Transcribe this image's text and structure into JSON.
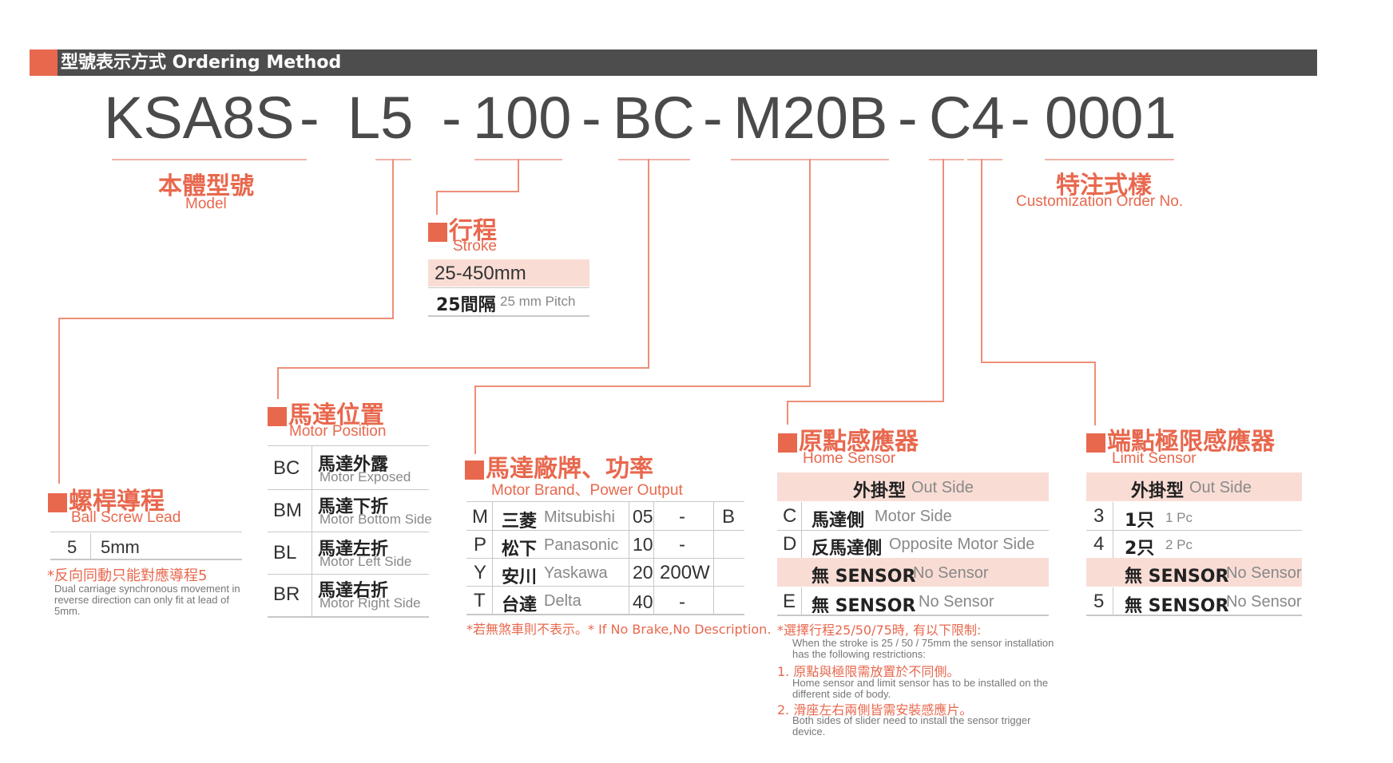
{
  "header": {
    "title": "型號表示方式 Ordering Method"
  },
  "model_code": {
    "seg1": "KSA8S",
    "seg2": "L5",
    "seg3": "100",
    "seg4": "BC",
    "seg5": "M20B",
    "seg6": "C4",
    "seg7": "0001",
    "dash": "-"
  },
  "model": {
    "zh": "本體型號",
    "en": "Model"
  },
  "custom": {
    "zh": "特注式樣",
    "en": "Customization Order No."
  },
  "stroke": {
    "zh": "行程",
    "en": "Stroke",
    "range": "25-450mm",
    "pitch_zh": "25間隔",
    "pitch_en": "25 mm Pitch"
  },
  "lead": {
    "zh": "螺桿導程",
    "en": "Ball Screw Lead",
    "code": "5",
    "value": "5mm",
    "note_zh": "*反向同動只能對應導程5",
    "note_en": "Dual carriage synchronous movement in reverse direction can only fit at lead of 5mm."
  },
  "motor_position": {
    "zh": "馬達位置",
    "en": "Motor Position",
    "rows": [
      {
        "code": "BC",
        "zh": "馬達外露",
        "en": "Motor Exposed"
      },
      {
        "code": "BM",
        "zh": "馬達下折",
        "en": "Motor Bottom Side"
      },
      {
        "code": "BL",
        "zh": "馬達左折",
        "en": "Motor Left Side"
      },
      {
        "code": "BR",
        "zh": "馬達右折",
        "en": "Motor Right Side"
      }
    ]
  },
  "motor_brand": {
    "zh": "馬達廠牌、功率",
    "en": "Motor Brand、Power Output",
    "brands": [
      {
        "code": "M",
        "zh": "三菱",
        "en": "Mitsubishi"
      },
      {
        "code": "P",
        "zh": "松下",
        "en": "Panasonic"
      },
      {
        "code": "Y",
        "zh": "安川",
        "en": "Yaskawa"
      },
      {
        "code": "T",
        "zh": "台達",
        "en": "Delta"
      }
    ],
    "power": [
      {
        "code": "05",
        "value": "-"
      },
      {
        "code": "10",
        "value": "-"
      },
      {
        "code": "20",
        "value": "200W"
      },
      {
        "code": "40",
        "value": "-"
      }
    ],
    "brake": "B",
    "note": "*若無煞車則不表示。* If No Brake,No Description."
  },
  "home_sensor": {
    "zh": "原點感應器",
    "en": "Home Sensor",
    "head_zh": "外掛型",
    "head_en": "Out Side",
    "rows": [
      {
        "code": "C",
        "zh": "馬達側",
        "en": "Motor Side"
      },
      {
        "code": "D",
        "zh": "反馬達側",
        "en": "Opposite Motor Side"
      },
      {
        "code": "",
        "zh": "無 SENSOR",
        "en": "No Sensor"
      },
      {
        "code": "E",
        "zh": "無 SENSOR",
        "en": "No Sensor"
      }
    ],
    "note1_zh": "*選擇行程25/50/75時, 有以下限制:",
    "note1_en": "When the stroke is 25 / 50 / 75mm the sensor installation has the following restrictions:",
    "note2_zh": "1. 原點與極限需放置於不同側。",
    "note2_en": "Home sensor and limit sensor has to be installed on the different side of body.",
    "note3_zh": "2. 滑座左右兩側皆需安裝感應片。",
    "note3_en": "Both sides of slider need to install the sensor trigger device."
  },
  "limit_sensor": {
    "zh": "端點極限感應器",
    "en": "Limit Sensor",
    "head_zh": "外掛型",
    "head_en": "Out Side",
    "rows": [
      {
        "code": "3",
        "zh": "1只",
        "en": "1 Pc"
      },
      {
        "code": "4",
        "zh": "2只",
        "en": "2 Pc"
      },
      {
        "code": "",
        "zh": "無 SENSOR",
        "en": "No Sensor"
      },
      {
        "code": "5",
        "zh": "無 SENSOR",
        "en": "No Sensor"
      }
    ]
  },
  "colors": {
    "accent": "#e8684e",
    "header_bar": "#4d4d4d",
    "pink_row": "#f9ddd5",
    "connector": "#ee8e78"
  }
}
